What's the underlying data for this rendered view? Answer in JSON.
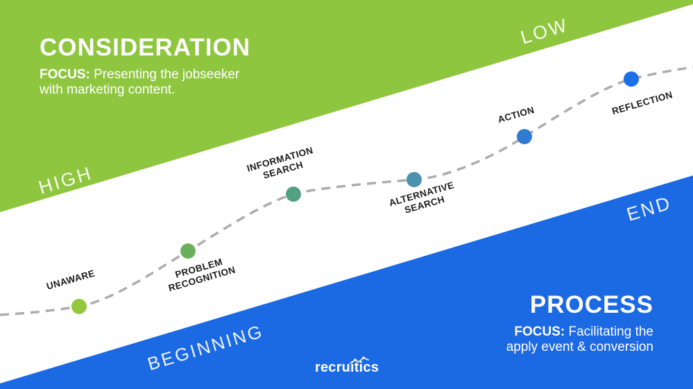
{
  "colors": {
    "green_band": "#8FC63F",
    "blue_band": "#1C69E4",
    "dash_line": "#ACACAC",
    "stage_label": "#1B1B1B"
  },
  "consideration": {
    "title": "CONSIDERATION",
    "focus_label": "FOCUS:",
    "focus_line1": " Presenting the jobseeker",
    "focus_line2": "with marketing content."
  },
  "process": {
    "title": "PROCESS",
    "focus_label": "FOCUS:",
    "focus_line1": " Facilitating the",
    "focus_line2": "apply event & conversion"
  },
  "axis": {
    "consideration_start": "HIGH",
    "consideration_end": "LOW",
    "process_start": "BEGINNING",
    "process_end": "END"
  },
  "journey": {
    "stages": [
      {
        "line1": "UNAWARE",
        "color": "#94C83C"
      },
      {
        "line1": "PROBLEM",
        "line2": "RECOGNITION",
        "color": "#6BAF5B"
      },
      {
        "line1": "INFORMATION",
        "line2": "SEARCH",
        "color": "#54A083"
      },
      {
        "line1": "ALTERNATIVE",
        "line2": "SEARCH",
        "color": "#4A92AE"
      },
      {
        "line1": "ACTION",
        "color": "#2E7BD1"
      },
      {
        "line1": "REFLECTION",
        "color": "#1D6FE8"
      }
    ]
  },
  "logo": {
    "text": "recruitics",
    "icon": "trend-line-icon"
  }
}
